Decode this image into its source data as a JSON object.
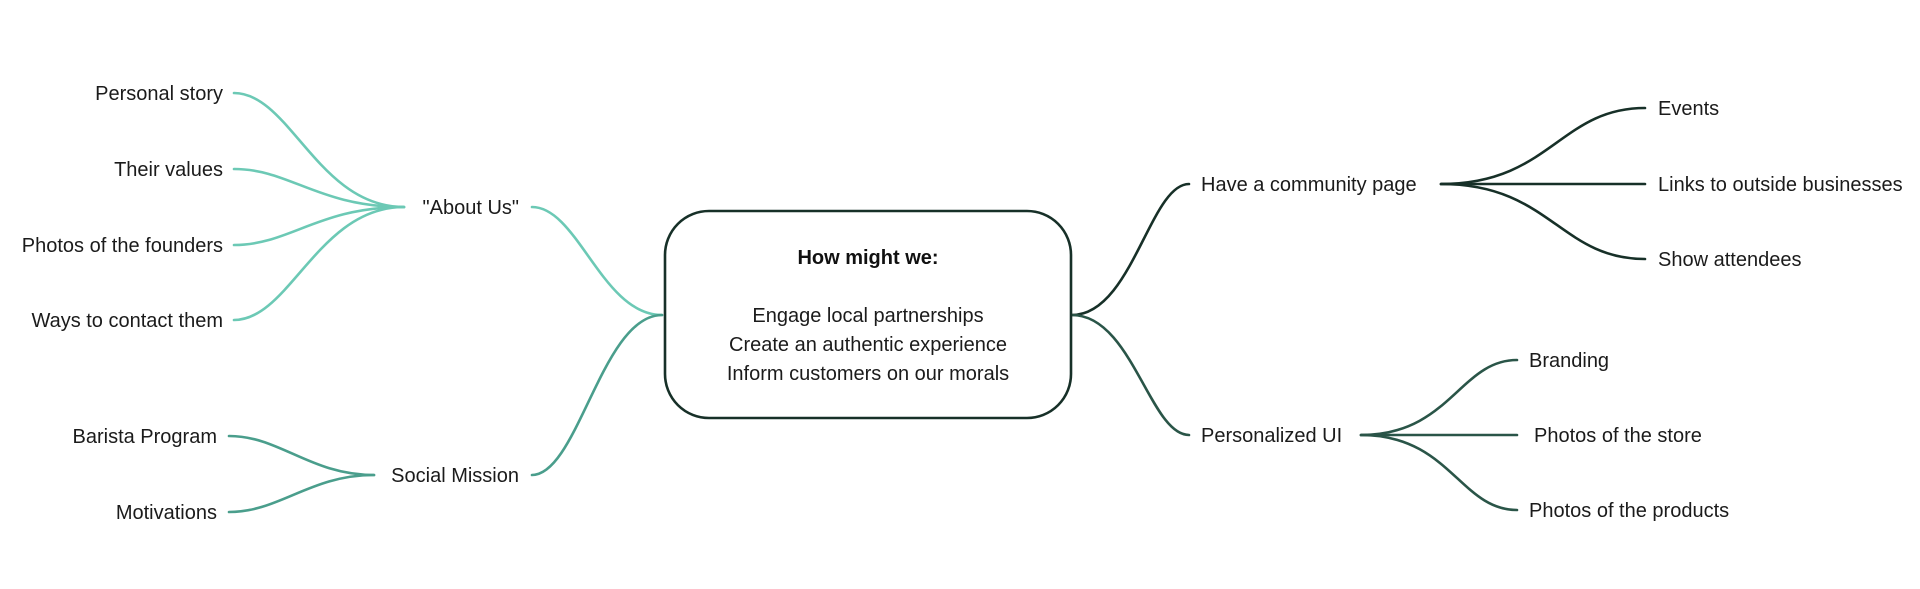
{
  "center": {
    "heading": "How might we:",
    "lines": [
      "Engage local partnerships",
      "Create an authentic experience",
      "Inform customers on our morals"
    ]
  },
  "left": {
    "about_us": {
      "label": "\"About Us\"",
      "children": [
        "Personal story",
        "Their values",
        "Photos of the founders",
        "Ways to contact them"
      ]
    },
    "social_mission": {
      "label": "Social Mission",
      "children": [
        "Barista Program",
        "Motivations"
      ]
    }
  },
  "right": {
    "community": {
      "label": "Have a community page",
      "children": [
        "Events",
        "Links to outside businesses",
        "Show attendees"
      ]
    },
    "personalized": {
      "label": "Personalized UI",
      "children": [
        "Branding",
        "Photos of the store",
        "Photos of the products"
      ]
    }
  },
  "colors": {
    "about_us_branch": "#6cc9b5",
    "social_mission_branch": "#4a9e8c",
    "community_branch": "#173028",
    "personalized_branch": "#2a5548",
    "center_border": "#173028"
  }
}
